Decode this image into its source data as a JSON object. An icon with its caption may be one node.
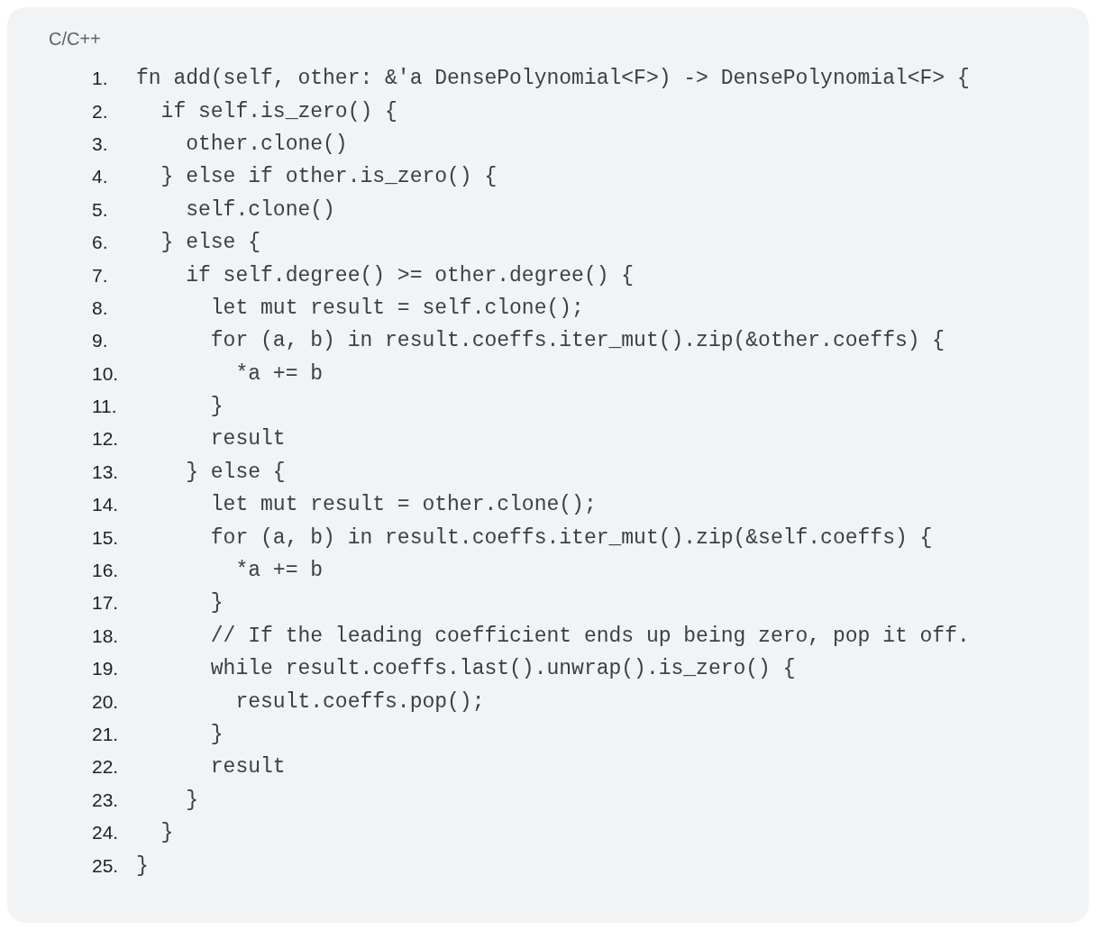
{
  "diagram": {
    "labels": [
      "C/C++",
      "1.",
      "fn add(self, other: &'a DensePolynomial<F>) -> DensePolynomial<F> {",
      "2.",
      "  if self.is_zero() {",
      "3.",
      "    other.clone()",
      "4.",
      "  } else if other.is_zero() {",
      "5.",
      "    self.clone()",
      "6.",
      "  } else {",
      "7.",
      "    if self.degree() >= other.degree() {",
      "8.",
      "      let mut result = self.clone();",
      "9.",
      "      for (a, b) in result.coeffs.iter_mut().zip(&other.coeffs) {",
      "10.",
      "        *a += b",
      "11.",
      "      }",
      "12.",
      "      result",
      "13.",
      "    } else {",
      "14.",
      "      let mut result = other.clone();",
      "15.",
      "      for (a, b) in result.coeffs.iter_mut().zip(&self.coeffs) {",
      "16.",
      "        *a += b",
      "17.",
      "      }",
      "18.",
      "      // If the leading coefficient ends up being zero, pop it off.",
      "19.",
      "      while result.coeffs.last().unwrap().is_zero() {",
      "20.",
      "        result.coeffs.pop();",
      "21.",
      "      }",
      "22.",
      "      result",
      "23.",
      "    }",
      "24.",
      "  }",
      "25.",
      "}"
    ]
  }
}
